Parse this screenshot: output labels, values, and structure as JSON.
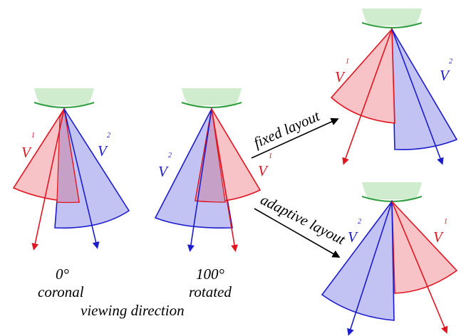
{
  "colors": {
    "red": "#e0151f",
    "red_fill": "#f7b8bd",
    "blue": "#1c1ccd",
    "blue_fill": "#bdbdf2",
    "green": "#2f9e3f",
    "green_fill": "#cfeccf",
    "overlap_fill": "#c7a0c8"
  },
  "labels": {
    "v": "V",
    "sup1": "1",
    "sup2": "2",
    "angle_0": "0°",
    "name_0": "coronal",
    "angle_100": "100°",
    "name_100": "rotated",
    "viewing_direction": "viewing direction",
    "fixed_layout": "fixed layout",
    "adaptive_layout": "adaptive layout"
  }
}
